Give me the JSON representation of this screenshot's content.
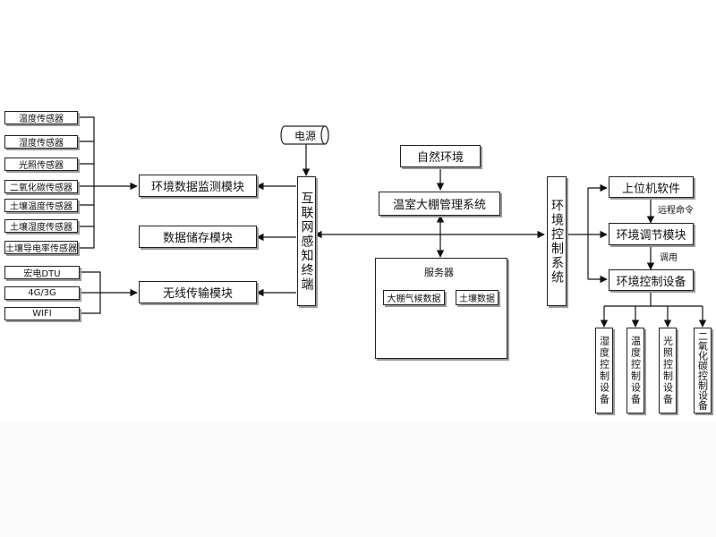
{
  "sensors": [
    "温度传感器",
    "湿度传感器",
    "光照传感器",
    "二氧化碳传感器",
    "土壤温度传感器",
    "土壤湿度传感器",
    "土壤导电率传感器"
  ],
  "transmission": [
    "宏电DTU",
    "4G/3G",
    "WIFI"
  ],
  "modules": {
    "monitor": "环境数据监测模块",
    "storage": "数据储存模块",
    "wireless": "无线传输模块"
  },
  "power": "电源",
  "iot": "互联网感知终端",
  "nature": "自然环境",
  "management": "温室大棚管理系统",
  "server": {
    "title": "服务器",
    "data1": "大棚气候数据",
    "data2": "土壤数据"
  },
  "control_system": "环境控制系统",
  "upper_software": "上位机软件",
  "remote_cmd": "远程命令",
  "adjust_module": "环境调节模块",
  "call": "调用",
  "control_device": "环境控制设备",
  "devices": [
    "湿度控制设备",
    "温度控制设备",
    "光照控制设备",
    "二氧化碳控制设备"
  ]
}
